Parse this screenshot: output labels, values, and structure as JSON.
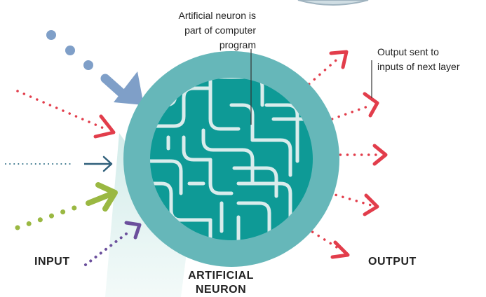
{
  "labels": {
    "neuron_callout_line1": "Artificial neuron is",
    "neuron_callout_line2": "part of computer",
    "neuron_callout_line3": "program",
    "output_callout_line1": "Output sent to",
    "output_callout_line2": "inputs of next layer",
    "input": "INPUT",
    "output": "OUTPUT",
    "neuron_line1": "ARTIFICIAL",
    "neuron_line2": "NEURON"
  },
  "colors": {
    "outer_ring": "#66b7b9",
    "inner_disc": "#0e9a96",
    "circuit": "#d9ecec",
    "beam": "#e2f2f1",
    "input_blue": "#7f9fc8",
    "input_red": "#e23d4b",
    "input_teal": "#2f5f7a",
    "input_green": "#9ab842",
    "input_purple": "#6b4f9c",
    "output_red": "#e23d4b",
    "leader": "#333333"
  },
  "icons": [
    "arrow-icon",
    "circuit-pattern-icon"
  ]
}
